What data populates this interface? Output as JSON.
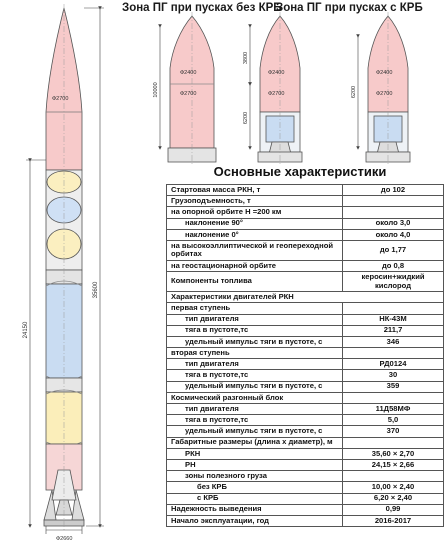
{
  "headers": {
    "zone_without": "Зона ПГ при пусках без КРБ",
    "zone_with": "Зона ПГ при пусках с КРБ",
    "main_title": "Основные характеристики"
  },
  "dimensions": {
    "overall_length": "35600",
    "base_length": "24150",
    "base_diameter": "Ф2660",
    "fairing_length_a": "10000",
    "fairing_length_b": "6200",
    "fairing_height_a": "3800",
    "fairing_height_b": "6200",
    "diam_2700": "Ф2700",
    "diam_2400": "Ф2400"
  },
  "table": {
    "value_start_mass": "до 102",
    "value_orbit_90": "около 3,0",
    "value_orbit_0": "около 4,0",
    "value_heo": "до 1,77",
    "value_geo": "до 0,8",
    "value_prop": "керосин+жидкий кислород",
    "value_e1_type": "НК-43М",
    "value_e1_thrust": "211,7",
    "value_e1_isp": "346",
    "value_e2_type": "РД0124",
    "value_e2_thrust": "30",
    "value_e2_isp": "359",
    "value_e3_type": "11Д58МФ",
    "value_e3_thrust": "5,0",
    "value_e3_isp": "370",
    "value_dim_rkn": "35,60 × 2,70",
    "value_dim_rn": "24,15 ×  2,66",
    "value_dim_nokrb": "10,00 × 2,40",
    "value_dim_krb": "6,20 × 2,40",
    "value_reliability": "0,99",
    "value_start": "2016-2017",
    "rows": [
      {
        "label": "Стартовая масса РКН, т",
        "cls": "i1",
        "bind": "table.value_start_mass"
      },
      {
        "label": "Грузоподъемность, т",
        "cls": "i1",
        "bind": ""
      },
      {
        "label": "на опорной орбите Н =200 км",
        "cls": "i1",
        "bind": ""
      },
      {
        "label": "наклонение 90°",
        "cls": "i2",
        "bind": "table.value_orbit_90"
      },
      {
        "label": "наклонение 0°",
        "cls": "i2",
        "bind": "table.value_orbit_0"
      },
      {
        "label": "на высокоэллиптической и геопереходной орбитах",
        "cls": "i1 wrap",
        "bind": "table.value_heo",
        "tall": true
      },
      {
        "label": "на геостационарной орбите",
        "cls": "i1",
        "bind": "table.value_geo"
      },
      {
        "label": "Компоненты топлива",
        "cls": "i1",
        "bind": "table.value_prop",
        "tall": true
      },
      {
        "label": "Характеристики двигателей РКН",
        "cls": "i1",
        "bind": "",
        "section": true
      },
      {
        "label": "первая ступень",
        "cls": "i1",
        "bind": ""
      },
      {
        "label": "тип двигателя",
        "cls": "i2",
        "bind": "table.value_e1_type"
      },
      {
        "label": "тяга в пустоте,тс",
        "cls": "i2",
        "bind": "table.value_e1_thrust"
      },
      {
        "label": "удельный импульс тяги в пустоте, с",
        "cls": "i2",
        "bind": "table.value_e1_isp"
      },
      {
        "label": "вторая ступень",
        "cls": "i1",
        "bind": ""
      },
      {
        "label": "тип двигателя",
        "cls": "i2",
        "bind": "table.value_e2_type"
      },
      {
        "label": "тяга в пустоте,тс",
        "cls": "i2",
        "bind": "table.value_e2_thrust"
      },
      {
        "label": "удельный импульс тяги в пустоте, с",
        "cls": "i2",
        "bind": "table.value_e2_isp"
      },
      {
        "label": "Космический разгонный блок",
        "cls": "i1",
        "bind": ""
      },
      {
        "label": "тип двигателя",
        "cls": "i2",
        "bind": "table.value_e3_type"
      },
      {
        "label": "тяга в пустоте,тс",
        "cls": "i2",
        "bind": "table.value_e3_thrust"
      },
      {
        "label": "удельный импульс тяги в пустоте, с",
        "cls": "i2",
        "bind": "table.value_e3_isp"
      },
      {
        "label": "Габаритные размеры (длина х диаметр), м",
        "cls": "i1",
        "bind": ""
      },
      {
        "label": "РКН",
        "cls": "i2",
        "bind": "table.value_dim_rkn"
      },
      {
        "label": "РН",
        "cls": "i2",
        "bind": "table.value_dim_rn"
      },
      {
        "label": "зоны полезного груза",
        "cls": "i2",
        "bind": ""
      },
      {
        "label": "без КРБ",
        "cls": "i3",
        "bind": "table.value_dim_nokrb"
      },
      {
        "label": "с КРБ",
        "cls": "i3",
        "bind": "table.value_dim_krb"
      },
      {
        "label": "Надежность выведения",
        "cls": "i1",
        "bind": "table.value_reliability"
      },
      {
        "label": "Начало эксплуатации, год",
        "cls": "i1",
        "bind": "table.value_start"
      }
    ]
  }
}
